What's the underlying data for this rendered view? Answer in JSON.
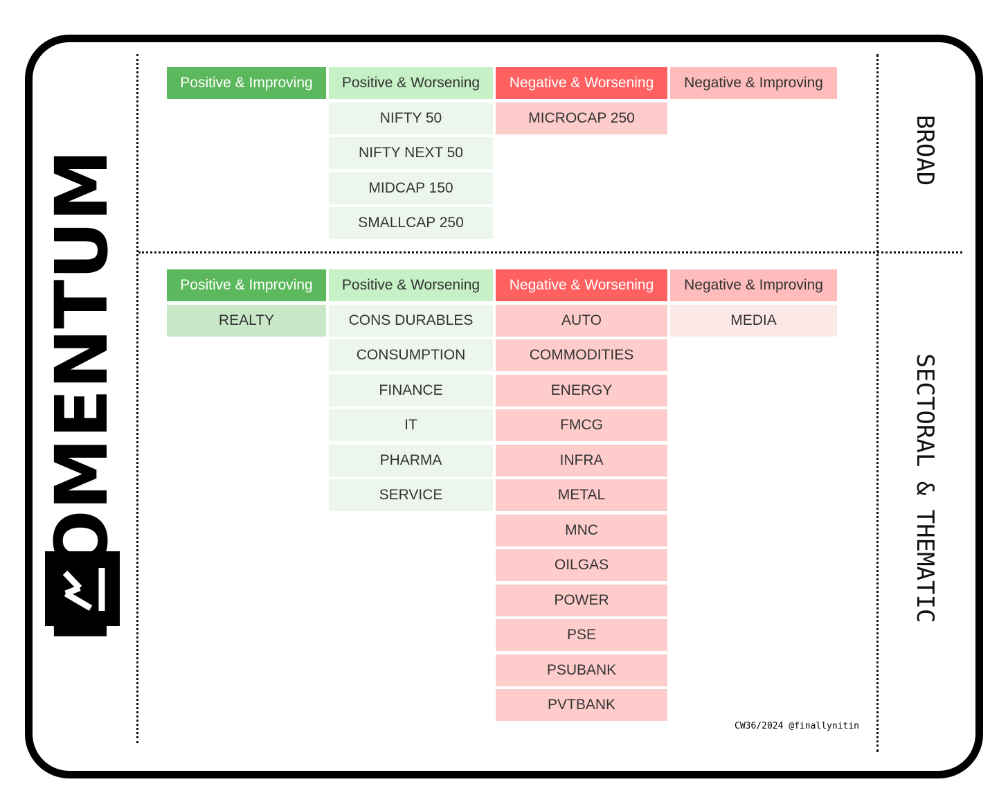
{
  "brand": {
    "wordmark": "MOMENTUM"
  },
  "side_labels": {
    "broad": "BROAD",
    "sectoral": "SECTORAL & THEMATIC"
  },
  "footer": "CW36/2024 @finallynitin",
  "colors": {
    "pi_header": "#5cb85c",
    "pw_header": "#c6f0c6",
    "nw_header": "#ff6060",
    "ni_header": "#ffbcbc",
    "pi_cell": "#c8e8c8",
    "pw_cell": "#ecf6ec",
    "nw_cell": "#ffcccc",
    "ni_cell": "#fde8e8"
  },
  "broad": {
    "headers": [
      "Positive & Improving",
      "Positive & Worsening",
      "Negative & Worsening",
      "Negative & Improving"
    ],
    "columns": [
      [],
      [
        "NIFTY 50",
        "NIFTY NEXT 50",
        "MIDCAP 150",
        "SMALLCAP 250"
      ],
      [
        "MICROCAP 250"
      ],
      []
    ]
  },
  "sectoral": {
    "headers": [
      "Positive & Improving",
      "Positive & Worsening",
      "Negative & Worsening",
      "Negative & Improving"
    ],
    "columns": [
      [
        "REALTY"
      ],
      [
        "CONS DURABLES",
        "CONSUMPTION",
        "FINANCE",
        "IT",
        "PHARMA",
        "SERVICE"
      ],
      [
        "AUTO",
        "COMMODITIES",
        "ENERGY",
        "FMCG",
        "INFRA",
        "METAL",
        "MNC",
        "OILGAS",
        "POWER",
        "PSE",
        "PSUBANK",
        "PVTBANK"
      ],
      [
        "MEDIA"
      ]
    ]
  }
}
